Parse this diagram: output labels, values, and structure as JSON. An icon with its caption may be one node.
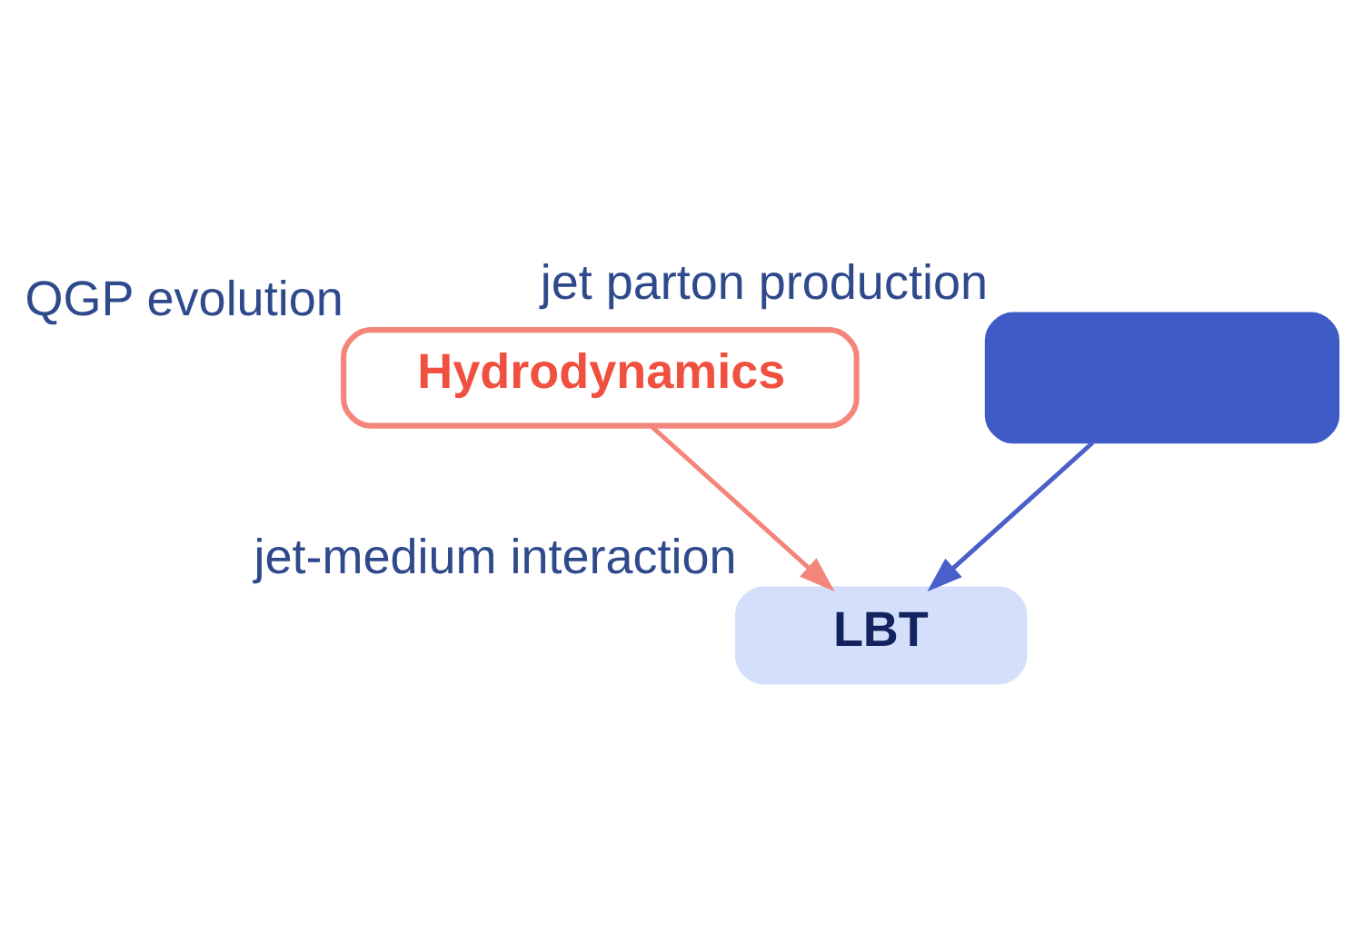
{
  "diagram": {
    "nodes": [
      {
        "text": [],
        "shape": "box",
        "beside": [
          "jet parton production"
        ]
      },
      {
        "text": [
          "Hydrodynamics"
        ],
        "beside": [
          "QGP evolution"
        ]
      },
      {
        "text": [
          "LBT"
        ],
        "beside": [
          "jet-medium interaction"
        ]
      }
    ],
    "edges": [
      {
        "from": 0,
        "to": 2,
        "arrow": "to",
        "color": "#4a5fc9"
      },
      {
        "from": 1,
        "to": 2,
        "arrow": "to",
        "color": "#f4857a"
      }
    ]
  }
}
